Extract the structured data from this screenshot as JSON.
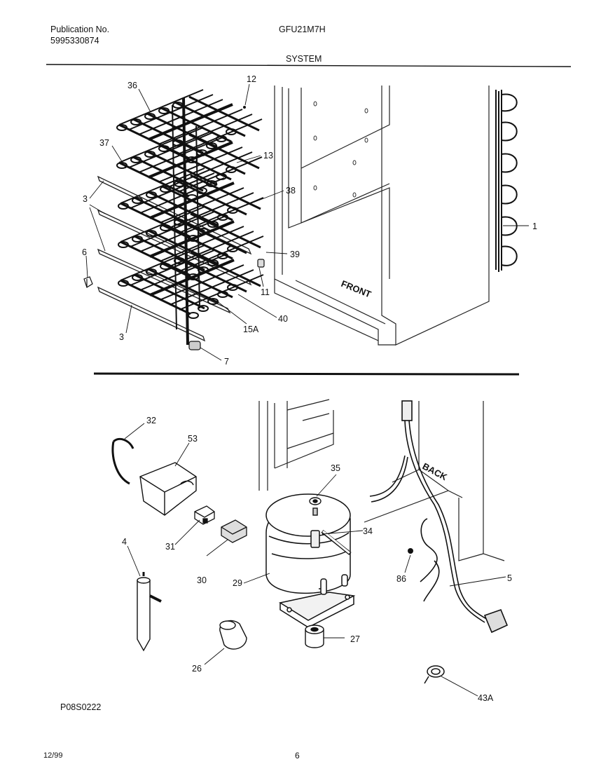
{
  "header": {
    "publication_label": "Publication No.",
    "publication_number": "5995330874",
    "model": "GFU21M7H",
    "section": "SYSTEM"
  },
  "footer": {
    "figure_code": "P08S0222",
    "date": "12/99",
    "page": "6"
  },
  "diagram": {
    "labels": {
      "front": "FRONT",
      "back": "BACK"
    },
    "callouts": [
      "36",
      "12",
      "37",
      "13",
      "3",
      "38",
      "1",
      "6",
      "39",
      "11",
      "15A",
      "40",
      "3",
      "7",
      "32",
      "53",
      "35",
      "34",
      "4",
      "31",
      "30",
      "29",
      "86",
      "5",
      "27",
      "26",
      "43A"
    ]
  }
}
